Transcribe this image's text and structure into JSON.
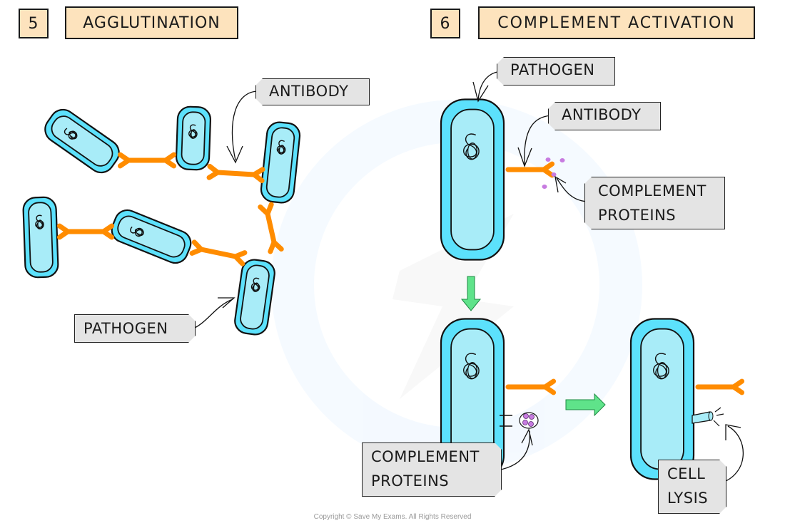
{
  "colors": {
    "cell_outer": "#5ce1fc",
    "cell_inner": "#a8ecf8",
    "outline": "#111111",
    "antibody": "#ff8c00",
    "complement": "#c77be0",
    "arrow": "#5fe38a",
    "header_fill": "#fde3bd",
    "tag_fill": "#e4e4e4"
  },
  "section5": {
    "number": "5",
    "title": "AGGLUTINATION",
    "labels": {
      "antibody": "ANTIBODY",
      "pathogen": "PATHOGEN"
    }
  },
  "section6": {
    "number": "6",
    "title": "COMPLEMENT ACTIVATION",
    "labels": {
      "pathogen": "PATHOGEN",
      "antibody": "ANTIBODY",
      "complement_top_line1": "COMPLEMENT",
      "complement_top_line2": "PROTEINS",
      "complement_bottom_line1": "COMPLEMENT",
      "complement_bottom_line2": "PROTEINS",
      "lysis_line1": "CELL",
      "lysis_line2": "LYSIS"
    }
  },
  "icons": {
    "down_arrow": "green-down-arrow",
    "right_arrow": "green-right-arrow"
  },
  "footer": {
    "copyright": "Copyright © Save My Exams. All Rights Reserved"
  }
}
